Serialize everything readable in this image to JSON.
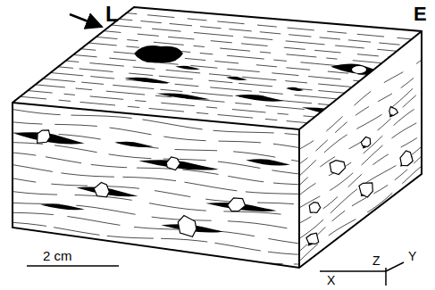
{
  "diagram": {
    "labels": [
      "L",
      "E",
      "2 cm",
      "X",
      "Z",
      "Y"
    ]
  }
}
